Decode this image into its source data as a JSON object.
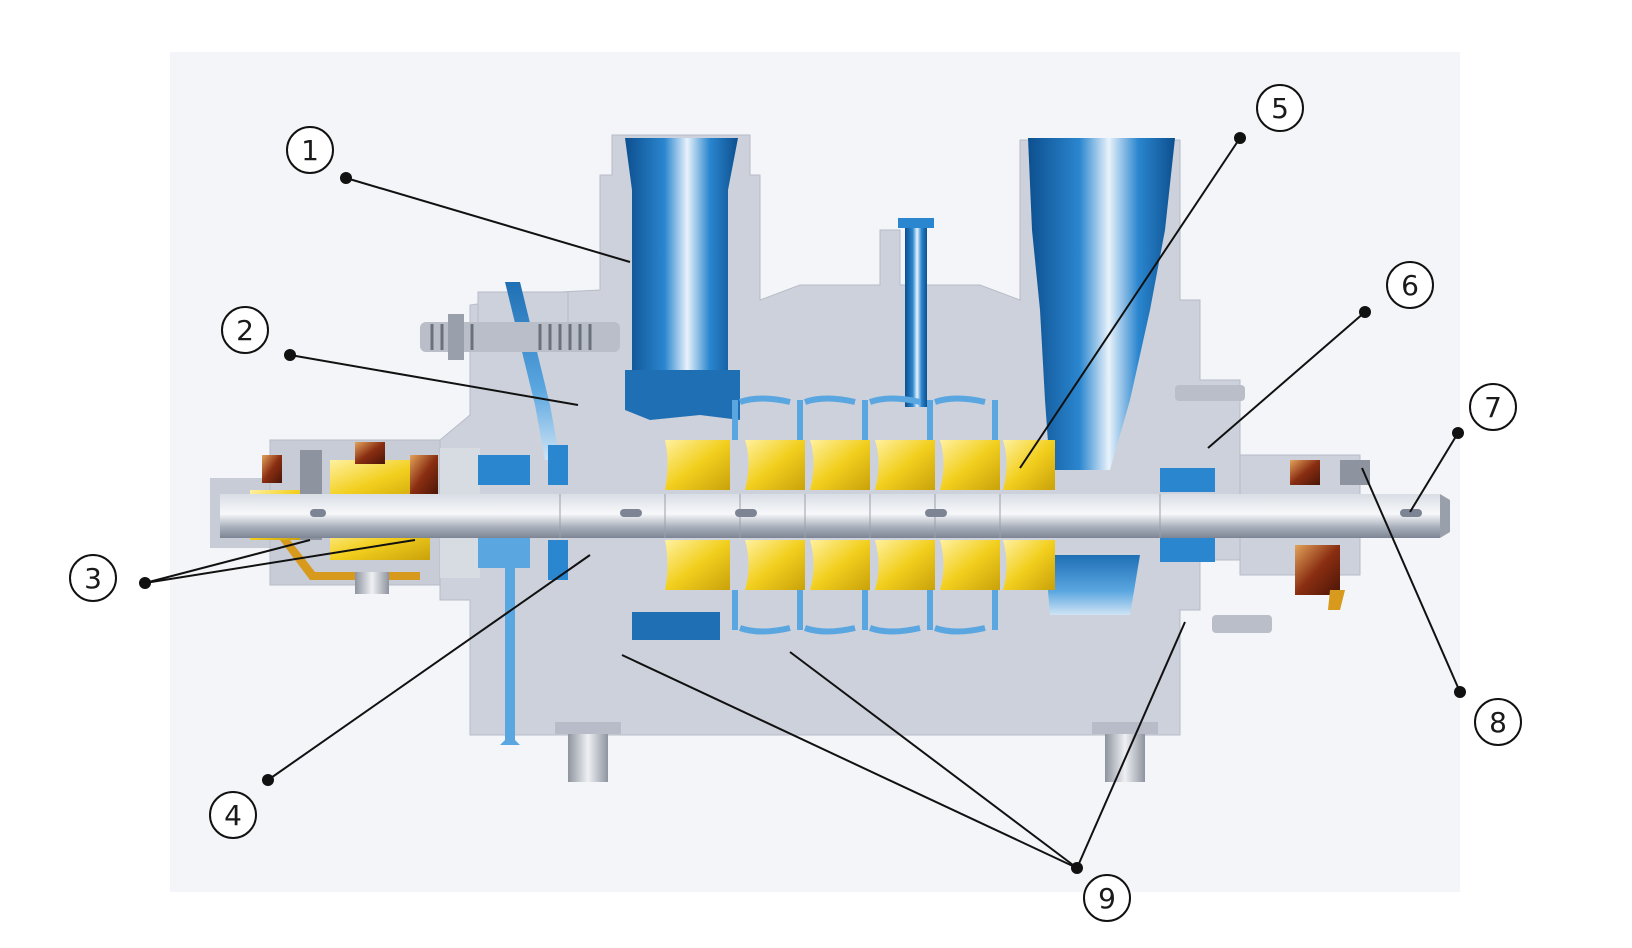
{
  "colors": {
    "background": "#ffffff",
    "frame_backdrop": "#f4f5f8",
    "casing": "#cdd1db",
    "casing_edge": "#b7bcc8",
    "volute_blue": "#1f6fb5",
    "impeller_yellow": "#f2cf1e",
    "bearing_brown": "#8a2e12",
    "shaft_silver": "#a9b0bc",
    "leader": "#111111"
  },
  "parts": [
    {
      "number": "1",
      "icon": "suction-nozzle-icon"
    },
    {
      "number": "2",
      "icon": "pump-casing-icon"
    },
    {
      "number": "3",
      "icon": "thrust-bearing-icon"
    },
    {
      "number": "4",
      "icon": "balance-drum-icon"
    },
    {
      "number": "5",
      "icon": "impeller-icon"
    },
    {
      "number": "6",
      "icon": "discharge-casing-icon"
    },
    {
      "number": "7",
      "icon": "drive-shaft-icon"
    },
    {
      "number": "8",
      "icon": "radial-bearing-icon"
    },
    {
      "number": "9",
      "icon": "casing-wear-ring-icon"
    }
  ]
}
